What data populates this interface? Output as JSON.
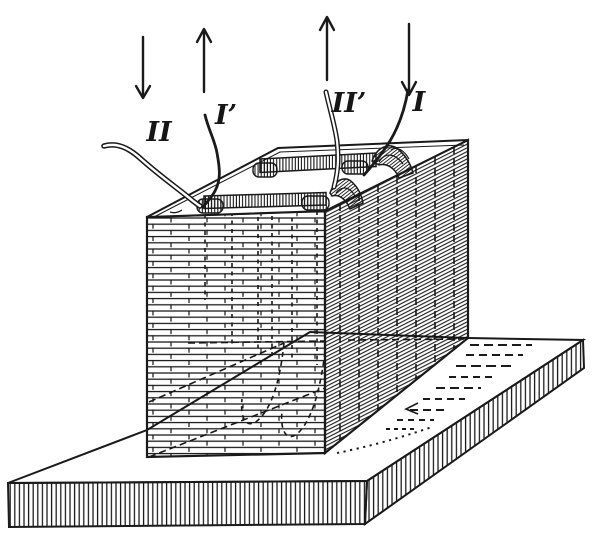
{
  "figure": {
    "background": "#ffffff",
    "ink": "#1a1a1a",
    "terminals": {
      "secondary_left": {
        "label": "II",
        "arrow": "down"
      },
      "primary_left": {
        "label": "I’",
        "arrow": "up"
      },
      "secondary_right": {
        "label": "II’",
        "arrow": "up"
      },
      "primary_right": {
        "label": "I",
        "arrow": "down"
      }
    }
  }
}
